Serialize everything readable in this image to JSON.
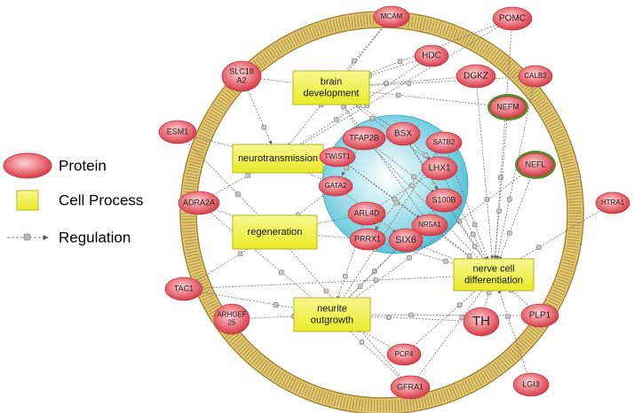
{
  "legend": {
    "protein": "Protein",
    "cell_process": "Cell Process",
    "regulation": "Regulation"
  },
  "colors": {
    "protein_fill": "#e2535f",
    "protein_light": "#f7c4c7",
    "process_fill": "#f2f23a",
    "membrane": "#c8a94a",
    "nucleus": "#5bc6d8",
    "green_ring": "#4f8f2a",
    "edge": "#777777"
  },
  "processes": [
    {
      "id": "brain",
      "lines": [
        "brain",
        "development"
      ]
    },
    {
      "id": "neuro",
      "lines": [
        "neurotransmission"
      ]
    },
    {
      "id": "regen",
      "lines": [
        "regeneration"
      ]
    },
    {
      "id": "neurite",
      "lines": [
        "neurite",
        "outgrowth"
      ]
    },
    {
      "id": "nervediff",
      "lines": [
        "nerve cell",
        "differentiation"
      ]
    }
  ],
  "proteins": [
    {
      "id": "MCAM",
      "lines": [
        "MCAM"
      ]
    },
    {
      "id": "POMC",
      "lines": [
        "POMC"
      ]
    },
    {
      "id": "HDC",
      "lines": [
        "HDC"
      ]
    },
    {
      "id": "SLC18A2",
      "lines": [
        "SLC18",
        "A2"
      ]
    },
    {
      "id": "DGKZ",
      "lines": [
        "DGKZ"
      ]
    },
    {
      "id": "CALB2",
      "lines": [
        "CALB2"
      ]
    },
    {
      "id": "NEFM",
      "lines": [
        "NEFM"
      ]
    },
    {
      "id": "ESM1",
      "lines": [
        "ESM1"
      ]
    },
    {
      "id": "TFAP2B",
      "lines": [
        "TFAP2B"
      ]
    },
    {
      "id": "BSX",
      "lines": [
        "BSX"
      ]
    },
    {
      "id": "SATB2",
      "lines": [
        "SATB2"
      ]
    },
    {
      "id": "TWIST1",
      "lines": [
        "TWIST1"
      ]
    },
    {
      "id": "LHX1",
      "lines": [
        "LHX1"
      ]
    },
    {
      "id": "NEFL",
      "lines": [
        "NEFL"
      ]
    },
    {
      "id": "GATA2",
      "lines": [
        "GATA2"
      ]
    },
    {
      "id": "ADRA2A",
      "lines": [
        "ADRA2A"
      ]
    },
    {
      "id": "S100B",
      "lines": [
        "S100B"
      ]
    },
    {
      "id": "HTRA1",
      "lines": [
        "HTRA1"
      ]
    },
    {
      "id": "ARL4D",
      "lines": [
        "ARL4D"
      ]
    },
    {
      "id": "NR5A1",
      "lines": [
        "NR5A1"
      ]
    },
    {
      "id": "PRRX1",
      "lines": [
        "PRRX1"
      ]
    },
    {
      "id": "SIX6",
      "lines": [
        "SIX6"
      ]
    },
    {
      "id": "TAC1",
      "lines": [
        "TAC1"
      ]
    },
    {
      "id": "ARHGEF25",
      "lines": [
        "ARHGEF",
        "25"
      ]
    },
    {
      "id": "TH",
      "lines": [
        "TH"
      ]
    },
    {
      "id": "PLP1",
      "lines": [
        "PLP1"
      ]
    },
    {
      "id": "PCP4",
      "lines": [
        "PCP4"
      ]
    },
    {
      "id": "GFRA1",
      "lines": [
        "GFRA1"
      ]
    },
    {
      "id": "LGI3",
      "lines": [
        "LGI3"
      ]
    }
  ],
  "edges": [
    [
      "MCAM",
      "brain"
    ],
    [
      "MCAM",
      "neuro"
    ],
    [
      "POMC",
      "brain"
    ],
    [
      "POMC",
      "neuro"
    ],
    [
      "POMC",
      "nervediff"
    ],
    [
      "HDC",
      "brain"
    ],
    [
      "HDC",
      "neuro"
    ],
    [
      "SLC18A2",
      "neuro"
    ],
    [
      "SLC18A2",
      "brain"
    ],
    [
      "DGKZ",
      "brain"
    ],
    [
      "DGKZ",
      "nervediff"
    ],
    [
      "CALB2",
      "brain"
    ],
    [
      "CALB2",
      "nervediff"
    ],
    [
      "NEFM",
      "nervediff"
    ],
    [
      "NEFM",
      "brain"
    ],
    [
      "ESM1",
      "neuro"
    ],
    [
      "ESM1",
      "regen"
    ],
    [
      "TFAP2B",
      "brain"
    ],
    [
      "TFAP2B",
      "nervediff"
    ],
    [
      "BSX",
      "brain"
    ],
    [
      "BSX",
      "nervediff"
    ],
    [
      "SATB2",
      "neurite"
    ],
    [
      "SATB2",
      "nervediff"
    ],
    [
      "TWIST1",
      "neuro"
    ],
    [
      "TWIST1",
      "nervediff"
    ],
    [
      "LHX1",
      "brain"
    ],
    [
      "LHX1",
      "nervediff"
    ],
    [
      "NEFL",
      "nervediff"
    ],
    [
      "NEFL",
      "neurite"
    ],
    [
      "GATA2",
      "neuro"
    ],
    [
      "GATA2",
      "regen"
    ],
    [
      "ADRA2A",
      "neuro"
    ],
    [
      "ADRA2A",
      "regen"
    ],
    [
      "ADRA2A",
      "neurite"
    ],
    [
      "S100B",
      "neurite"
    ],
    [
      "S100B",
      "nervediff"
    ],
    [
      "HTRA1",
      "nervediff"
    ],
    [
      "ARL4D",
      "regen"
    ],
    [
      "ARL4D",
      "neurite"
    ],
    [
      "NR5A1",
      "nervediff"
    ],
    [
      "NR5A1",
      "brain"
    ],
    [
      "PRRX1",
      "regen"
    ],
    [
      "PRRX1",
      "nervediff"
    ],
    [
      "SIX6",
      "nervediff"
    ],
    [
      "SIX6",
      "neurite"
    ],
    [
      "TAC1",
      "neurite"
    ],
    [
      "TAC1",
      "nervediff"
    ],
    [
      "TAC1",
      "regen"
    ],
    [
      "ARHGEF25",
      "neurite"
    ],
    [
      "TH",
      "nervediff"
    ],
    [
      "TH",
      "neurite"
    ],
    [
      "PLP1",
      "nervediff"
    ],
    [
      "PLP1",
      "neurite"
    ],
    [
      "PCP4",
      "neurite"
    ],
    [
      "PCP4",
      "nervediff"
    ],
    [
      "GFRA1",
      "neurite"
    ],
    [
      "GFRA1",
      "nervediff"
    ],
    [
      "GFRA1",
      "regen"
    ],
    [
      "LGI3",
      "nervediff"
    ],
    [
      "TFAP2B",
      "S100B"
    ],
    [
      "BSX",
      "LHX1"
    ],
    [
      "TWIST1",
      "NR5A1"
    ],
    [
      "GATA2",
      "SIX6"
    ],
    [
      "SATB2",
      "PRRX1"
    ],
    [
      "ARL4D",
      "LHX1"
    ],
    [
      "TFAP2B",
      "GATA2"
    ],
    [
      "BSX",
      "S100B"
    ]
  ]
}
